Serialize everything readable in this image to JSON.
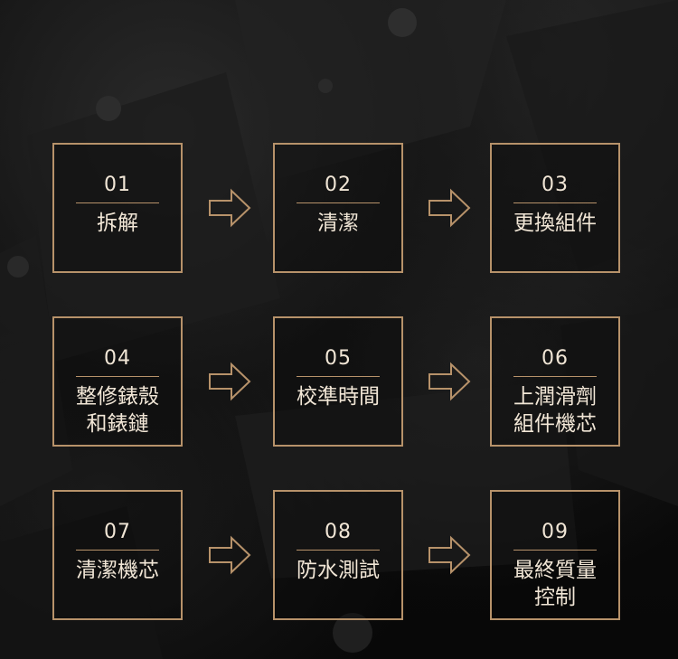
{
  "steps": [
    {
      "num": "01",
      "lines": [
        "拆解"
      ]
    },
    {
      "num": "02",
      "lines": [
        "清潔"
      ]
    },
    {
      "num": "03",
      "lines": [
        "更換組件"
      ]
    },
    {
      "num": "04",
      "lines": [
        "整修錶殼",
        "和錶鏈"
      ]
    },
    {
      "num": "05",
      "lines": [
        "校準時間"
      ]
    },
    {
      "num": "06",
      "lines": [
        "上潤滑劑",
        "組件機芯"
      ]
    },
    {
      "num": "07",
      "lines": [
        "清潔機芯"
      ]
    },
    {
      "num": "08",
      "lines": [
        "防水測試"
      ]
    },
    {
      "num": "09",
      "lines": [
        "最終質量",
        "控制"
      ]
    }
  ],
  "icons": {
    "arrow": "arrow-right-outline-icon"
  },
  "colors": {
    "border": "#b7926a",
    "text": "#f1e6d6",
    "background": "#0a0a0a"
  }
}
